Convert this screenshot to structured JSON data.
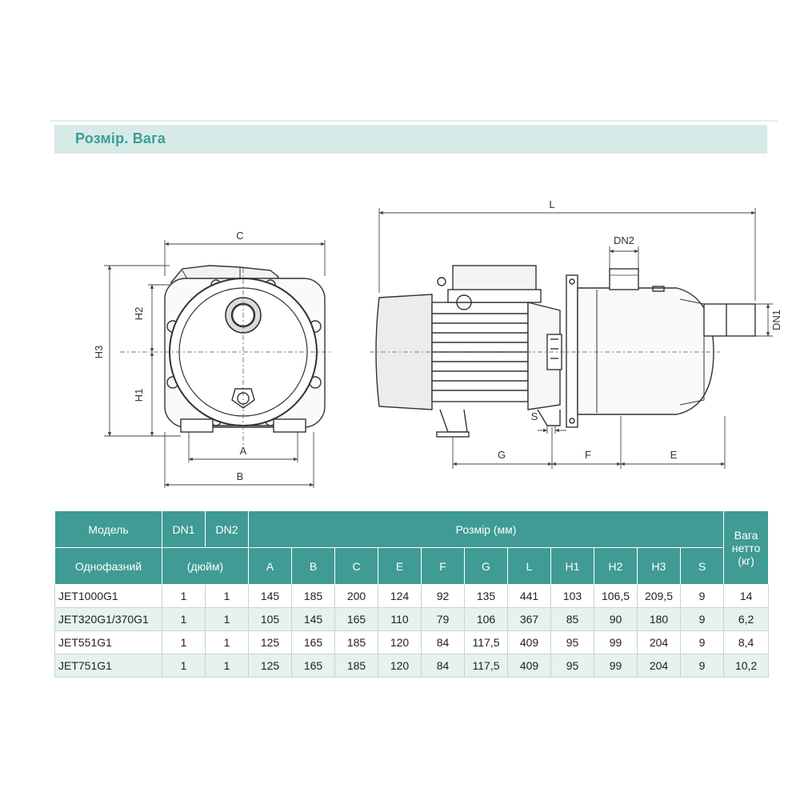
{
  "section_title": "Розмір. Вага",
  "dims": {
    "C": "C",
    "A": "A",
    "B": "B",
    "H1": "H1",
    "H2": "H2",
    "H3": "H3",
    "L": "L",
    "DN1": "DN1",
    "DN2": "DN2",
    "G": "G",
    "F": "F",
    "E": "E",
    "S": "S"
  },
  "table": {
    "h_model": "Модель",
    "h_dn1": "DN1",
    "h_dn2": "DN2",
    "h_size": "Розмір (мм)",
    "h_weight": "Вага нетто (кг)",
    "h_phase": "Однофазний",
    "h_inch": "(дюйм)",
    "cols": [
      "A",
      "B",
      "C",
      "E",
      "F",
      "G",
      "L",
      "H1",
      "H2",
      "H3",
      "S"
    ],
    "rows": [
      {
        "model": "JET1000G1",
        "dn1": "1",
        "dn2": "1",
        "vals": [
          "145",
          "185",
          "200",
          "124",
          "92",
          "135",
          "441",
          "103",
          "106,5",
          "209,5",
          "9"
        ],
        "weight": "14"
      },
      {
        "model": "JET320G1/370G1",
        "dn1": "1",
        "dn2": "1",
        "vals": [
          "105",
          "145",
          "165",
          "110",
          "79",
          "106",
          "367",
          "85",
          "90",
          "180",
          "9"
        ],
        "weight": "6,2"
      },
      {
        "model": "JET551G1",
        "dn1": "1",
        "dn2": "1",
        "vals": [
          "125",
          "165",
          "185",
          "120",
          "84",
          "117,5",
          "409",
          "95",
          "99",
          "204",
          "9"
        ],
        "weight": "8,4"
      },
      {
        "model": "JET751G1",
        "dn1": "1",
        "dn2": "1",
        "vals": [
          "125",
          "165",
          "185",
          "120",
          "84",
          "117,5",
          "409",
          "95",
          "99",
          "204",
          "9"
        ],
        "weight": "10,2"
      }
    ]
  }
}
